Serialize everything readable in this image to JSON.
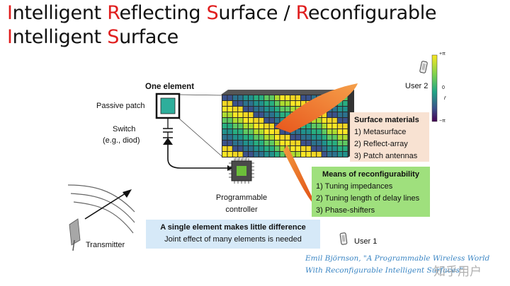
{
  "title": {
    "line1": [
      "I",
      "ntelligent ",
      "R",
      "eflecting ",
      "S",
      "urface / ",
      "R",
      "econfigurable"
    ],
    "line2": [
      "I",
      "ntelligent ",
      "S",
      "urface"
    ]
  },
  "element": {
    "heading": "One element",
    "patch_label": "Passive patch",
    "switch_label": "Switch",
    "switch_example": "(e.g., diod)"
  },
  "controller": {
    "line1": "Programmable",
    "line2": "controller"
  },
  "transmitter_label": "Transmitter",
  "user1_label": "User 1",
  "user2_label": "User 2",
  "colorbar": {
    "top": "+π",
    "mid": "0",
    "bottom": "−π",
    "symbol": "r"
  },
  "surface_materials": {
    "heading": "Surface materials",
    "items": [
      "1) Metasurface",
      "2) Reflect-array",
      "3) Patch antennas"
    ]
  },
  "reconfigurability": {
    "heading": "Means of reconfigurability",
    "items": [
      "1) Tuning impedances",
      "2) Tuning length of delay lines",
      "3) Phase-shifters"
    ]
  },
  "single_element": {
    "heading": "A single element makes little difference",
    "text": "Joint effect of many elements is needed"
  },
  "citation": {
    "line1": "Emil Björnson, \"A Programmable Wireless World",
    "line2": "With Reconfigurable Intelligent Surfaces\""
  },
  "watermark": "知乎用户",
  "colors": {
    "title_red": "#e01e1e",
    "surface_box": "#f8e2d2",
    "reconfig_box": "#9fe07d",
    "single_box": "#d6e9f8",
    "beam": "#ee7f2c",
    "patch": "#2eae9b",
    "citation": "#3b86c4"
  }
}
